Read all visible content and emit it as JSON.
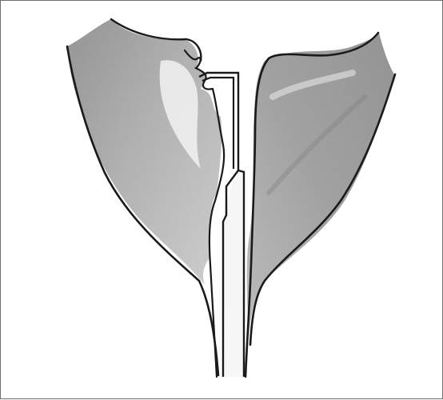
{
  "figure": {
    "subject": "",
    "parts": [
      {
        "id": "left-lobe",
        "icon": "shaded-lobe"
      },
      {
        "id": "right-lobe",
        "icon": "shaded-lobe"
      },
      {
        "id": "central-stem",
        "icon": "double-line-stem"
      }
    ]
  },
  "colors": {
    "background": "#ffffff",
    "frame": "#6e6e6e",
    "outline": "#1a1a1a",
    "shade_dark": "#8a8a8a",
    "shade_light": "#c8c8c8",
    "highlight": "#f4f4f4"
  }
}
